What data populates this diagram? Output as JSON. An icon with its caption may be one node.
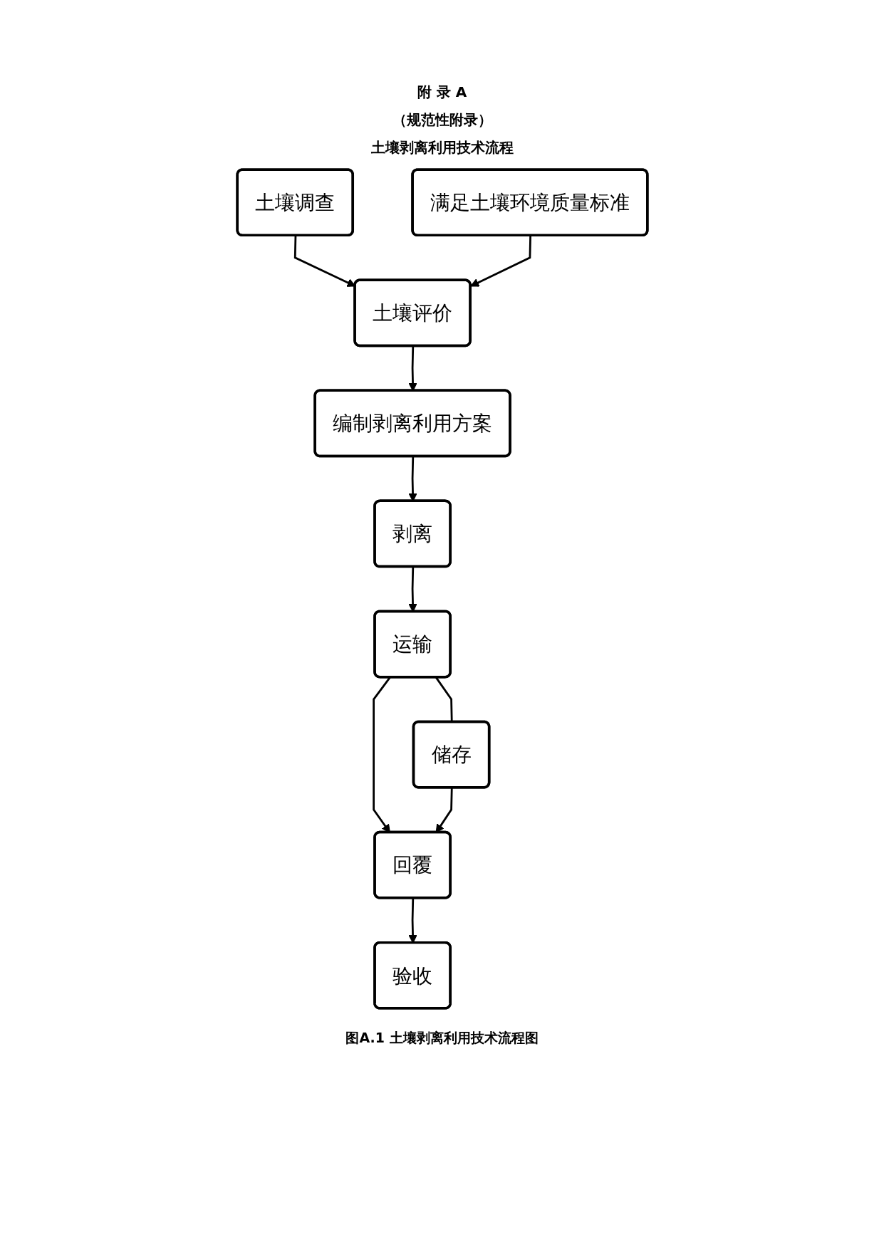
{
  "diagram": {
    "title": "附 录 A",
    "labels": [
      "（规范性附录）",
      "土壤剥离利用技术流程"
    ],
    "caption": "图A.1 土壤剥离利用技术流程图",
    "nodes": [
      {
        "text": [
          "土壤调查"
        ]
      },
      {
        "text": [
          "土壤评价"
        ]
      },
      {
        "text": [
          "满足土壤环境质量标准"
        ]
      },
      {
        "text": [
          "编制剥离利用方案"
        ]
      },
      {
        "text": [
          "剥离"
        ]
      },
      {
        "text": [
          "运输"
        ]
      },
      {
        "text": [
          "储存"
        ]
      },
      {
        "text": [
          "回覆"
        ]
      },
      {
        "text": [
          "验收"
        ]
      }
    ],
    "edges": [
      {
        "from": 0,
        "to": 1,
        "arrow": "to"
      },
      {
        "from": 2,
        "to": 1,
        "arrow": "to"
      },
      {
        "from": 1,
        "to": 3,
        "arrow": "to"
      },
      {
        "from": 3,
        "to": 4,
        "arrow": "to"
      },
      {
        "from": 4,
        "to": 5,
        "arrow": "to"
      },
      {
        "from": 5,
        "to": 7,
        "arrow": "to"
      },
      {
        "from": 5,
        "to": 6,
        "arrow": "none"
      },
      {
        "from": 6,
        "to": 7,
        "arrow": "to"
      },
      {
        "from": 7,
        "to": 8,
        "arrow": "to"
      }
    ]
  }
}
